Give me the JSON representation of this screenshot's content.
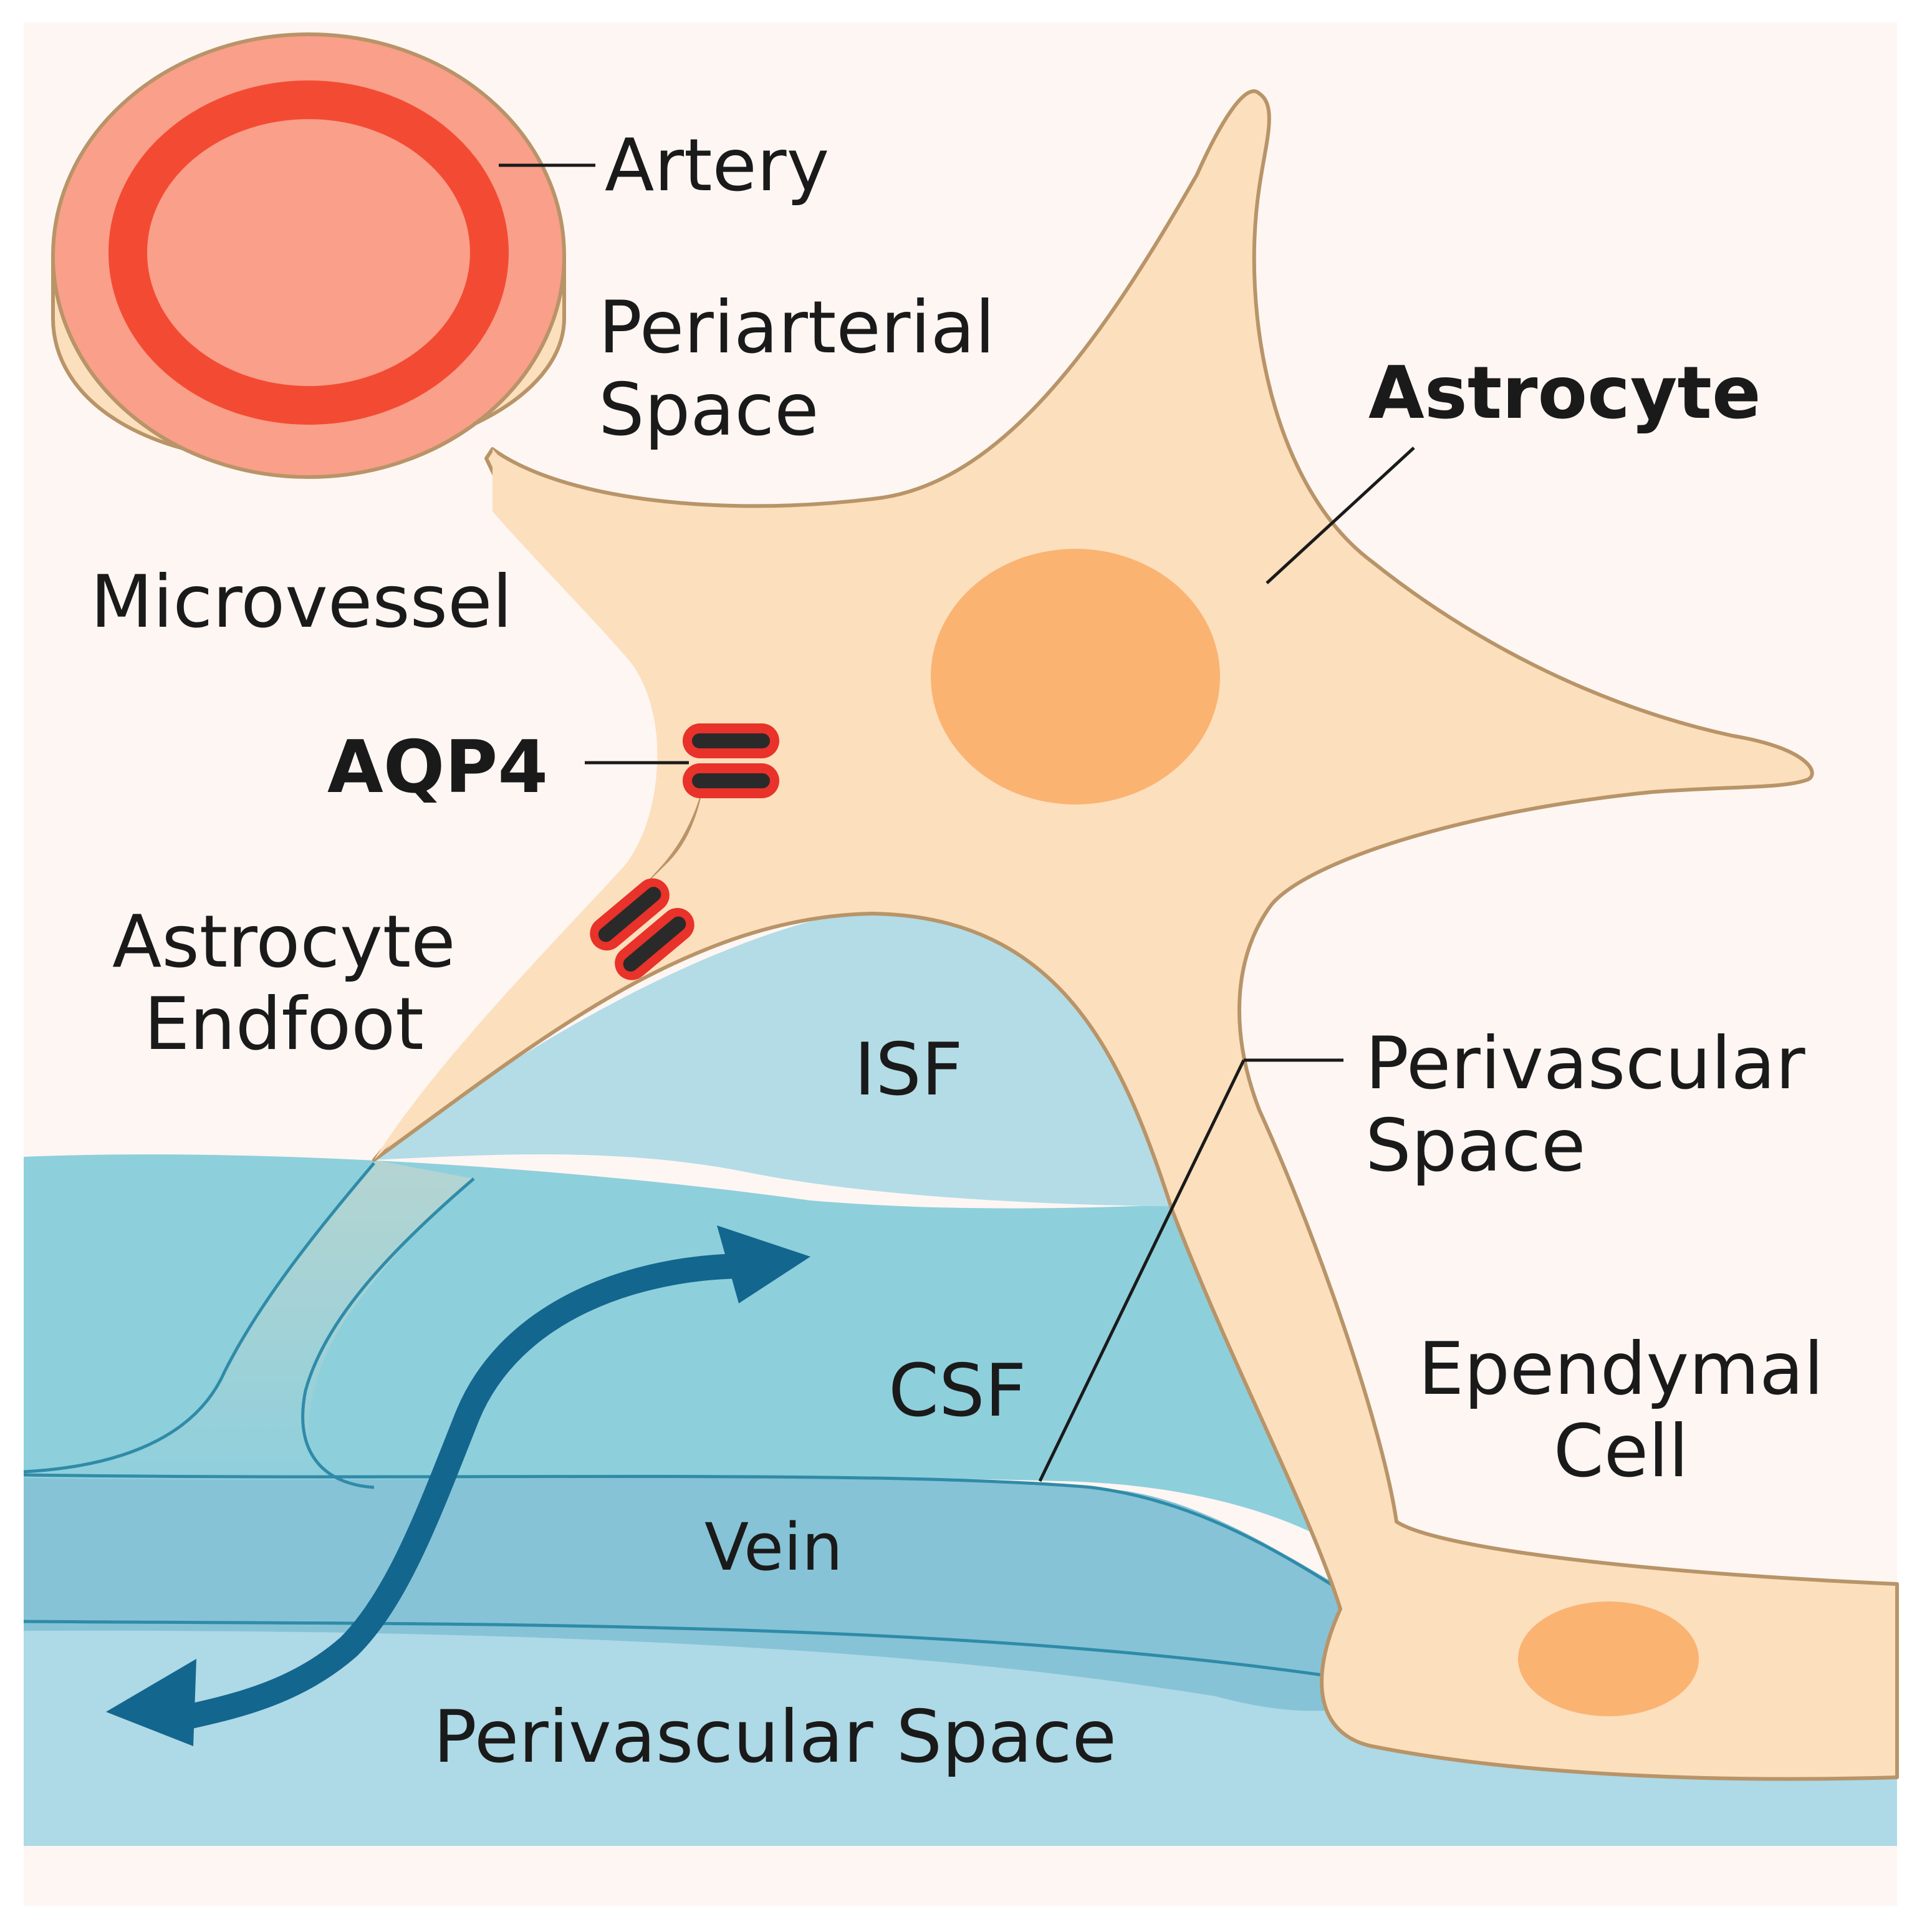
{
  "labels": {
    "artery": "Artery",
    "periarterial": [
      "Periarterial",
      "Space"
    ],
    "astrocyte": "Astrocyte",
    "microvessel": "Microvessel",
    "aqp4": "AQP4",
    "endfoot": [
      "Astrocyte",
      "Endfoot"
    ],
    "isf": "ISF",
    "perivascular_right": [
      "Perivascular",
      "Space"
    ],
    "csf": "CSF",
    "ependymal": [
      "Ependymal",
      "Cell"
    ],
    "vein": "Vein",
    "perivascular_bottom": "Perivascular Space"
  },
  "colors": {
    "background": "#fdf6f3",
    "artery_fill": "#f99f8a",
    "artery_wall": "#f34b33",
    "cell_fill": "#fcdfbd",
    "cell_outline": "#b89468",
    "nucleus": "#fbb372",
    "isf": "#b3dce6",
    "csf": "#8ecfdc",
    "vein": "#86c3d6",
    "perivascular": "#aed9e6",
    "flow_arrow": "#13668e",
    "aqp4_red": "#e8322a",
    "aqp4_dark": "#2a2a2a"
  }
}
